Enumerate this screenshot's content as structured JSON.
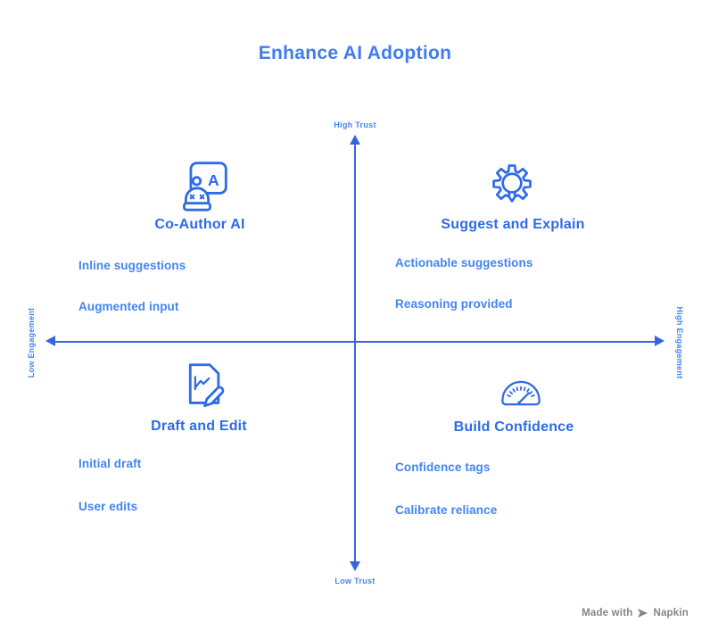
{
  "title": "Enhance AI Adoption",
  "axis": {
    "top_label": "High Trust",
    "bottom_label": "Low Trust",
    "left_label": "Low Engagement",
    "right_label": "High Engagement"
  },
  "quadrants": {
    "top_left": {
      "icon": "ai-presenter-board-icon",
      "icon_letter": "A",
      "title": "Co-Author AI",
      "items": [
        "Inline suggestions",
        "Augmented input"
      ]
    },
    "top_right": {
      "icon": "gear-lightbulb-icon",
      "title": "Suggest and Explain",
      "items": [
        "Actionable suggestions",
        "Reasoning provided"
      ]
    },
    "bottom_left": {
      "icon": "document-pencil-icon",
      "title": "Draft and Edit",
      "items": [
        "Initial draft",
        "User edits"
      ]
    },
    "bottom_right": {
      "icon": "gauge-icon",
      "title": "Build Confidence",
      "items": [
        "Confidence tags",
        "Calibrate reliance"
      ]
    }
  },
  "watermark": {
    "prefix": "Made with",
    "brand": "Napkin"
  },
  "colors": {
    "background": "#ffffff",
    "title": "#3f7cef",
    "heading": "#2f6be6",
    "item": "#4285f4",
    "axis": "#3565e0",
    "icon": "#2e6be8",
    "watermark": "#858585"
  }
}
